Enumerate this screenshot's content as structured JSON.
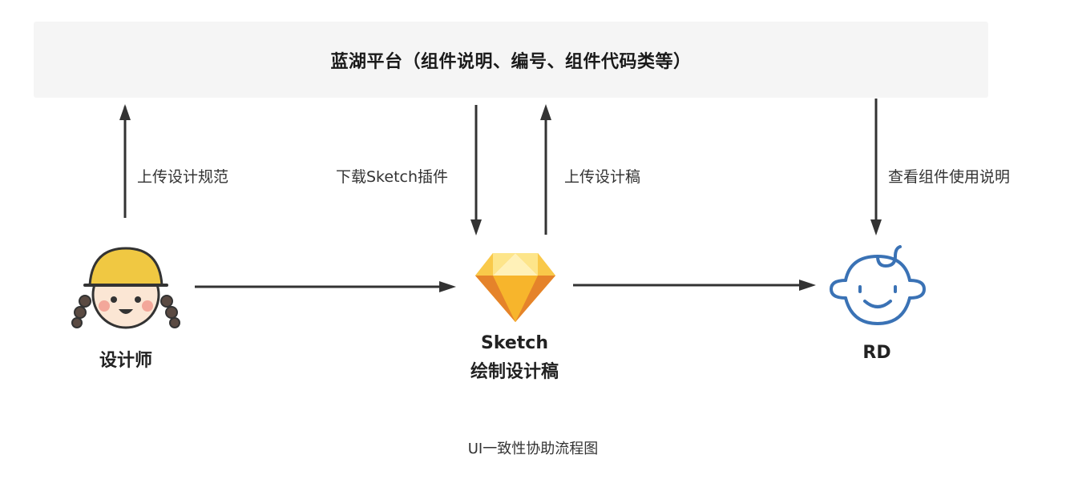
{
  "platform": {
    "title": "蓝湖平台（组件说明、编号、组件代码类等）"
  },
  "edges": {
    "designer_upload": "上传设计规范",
    "download_plugin": "下载Sketch插件",
    "upload_draft": "上传设计稿",
    "rd_view": "查看组件使用说明"
  },
  "nodes": {
    "designer": {
      "label": "设计师",
      "icon": "girl-avatar-icon"
    },
    "sketch": {
      "label_line1": "Sketch",
      "label_line2": "绘制设计稿",
      "icon": "sketch-diamond-icon"
    },
    "rd": {
      "label": "RD",
      "icon": "baby-face-icon"
    }
  },
  "caption": "UI一致性协助流程图",
  "colors": {
    "platform_bg": "#f5f5f5",
    "arrow": "#333333",
    "helmet": "#f0c842",
    "sketch_yellow": "#f7b52c",
    "sketch_orange": "#e5832a",
    "rd_blue": "#3a72b5"
  }
}
